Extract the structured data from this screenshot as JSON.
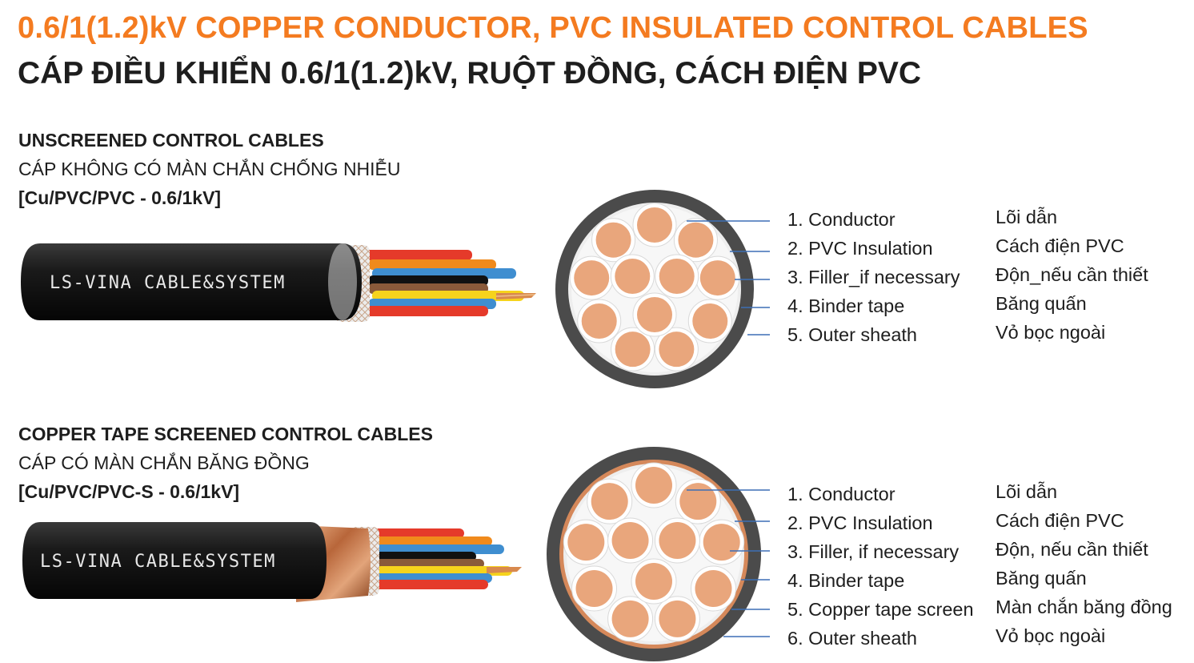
{
  "title_en": "0.6/1(1.2)kV COPPER CONDUCTOR, PVC INSULATED CONTROL CABLES",
  "title_vi": "CÁP ĐIỀU KHIỂN 0.6/1(1.2)kV, RUỘT ĐỒNG, CÁCH ĐIỆN PVC",
  "sections": [
    {
      "heading": "UNSCREENED CONTROL CABLES",
      "subheading": "CÁP KHÔNG CÓ MÀN CHẮN CHỐNG NHIỄU",
      "code": "[Cu/PVC/PVC - 0.6/1kV]",
      "cable_print": "LS-VINA CABLE&SYSTEM",
      "legend": [
        {
          "en": "1. Conductor",
          "vi": "Lõi dẫn"
        },
        {
          "en": "2. PVC Insulation",
          "vi": "Cách điện PVC"
        },
        {
          "en": "3. Filler_if necessary",
          "vi": "Độn_nếu cần thiết"
        },
        {
          "en": "4. Binder tape",
          "vi": "Băng quấn"
        },
        {
          "en": "5. Outer sheath",
          "vi": "Vỏ bọc ngoài"
        }
      ]
    },
    {
      "heading": "COPPER TAPE SCREENED CONTROL CABLES",
      "subheading": "CÁP CÓ MÀN CHẮN BĂNG ĐỒNG",
      "code": "[Cu/PVC/PVC-S - 0.6/1kV]",
      "cable_print": "LS-VINA CABLE&SYSTEM",
      "legend": [
        {
          "en": "1. Conductor",
          "vi": "Lõi dẫn"
        },
        {
          "en": "2. PVC Insulation",
          "vi": "Cách điện PVC"
        },
        {
          "en": "3. Filler, if necessary",
          "vi": "Độn, nếu cần thiết"
        },
        {
          "en": "4. Binder tape",
          "vi": "Băng quấn"
        },
        {
          "en": "5. Copper tape screen",
          "vi": "Màn chắn băng đồng"
        },
        {
          "en": "6. Outer sheath",
          "vi": "Vỏ bọc ngoài"
        }
      ]
    }
  ],
  "colors": {
    "accent_orange": "#f47b20",
    "text_dark": "#1e1e1e",
    "sheath_black": "#161616",
    "copper": "#e9a67c",
    "leader_blue": "#3d6fb5"
  }
}
